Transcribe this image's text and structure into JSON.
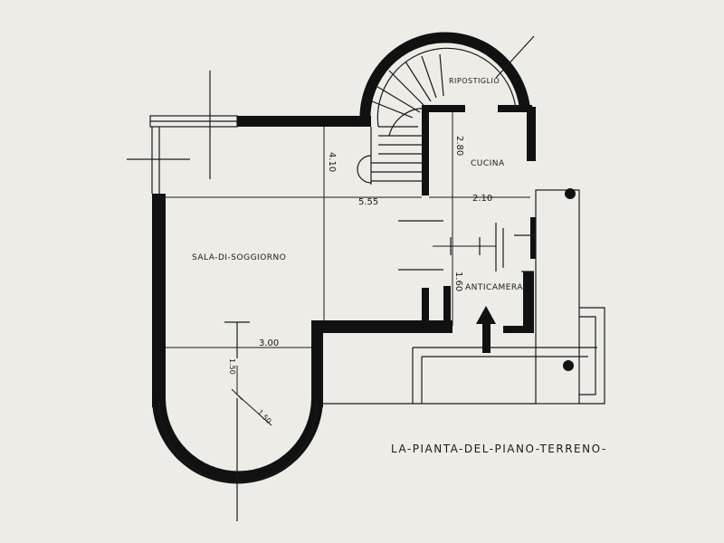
{
  "rooms": {
    "living": "SALA-DI-SOGGIORNO",
    "kitchen": "CUCINA",
    "anteroom": "ANTICAMERA",
    "stair": "RIPOSTIGLIO"
  },
  "dimensions": {
    "living_width": "5.55",
    "living_height": "4.10",
    "kitchen_width": "2.10",
    "kitchen_height": "2.80",
    "anteroom_height": "1.60",
    "apse_width": "3.00",
    "apse_depth": "1.50",
    "apse_radius": "1.50"
  },
  "caption": "LA-PIANTA-DEL-PIANO-TERRENO-"
}
